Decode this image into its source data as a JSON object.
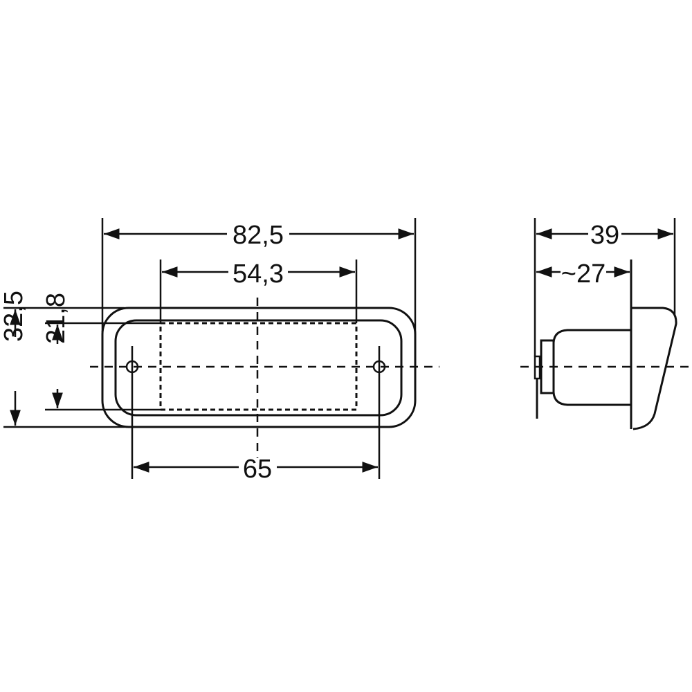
{
  "drawing": {
    "front_view": {
      "overall_width": "82,5",
      "lens_width": "54,3",
      "hole_spacing": "65",
      "overall_height": "32,5",
      "lens_height": "21,8"
    },
    "side_view": {
      "overall_depth": "39",
      "body_depth": "~27"
    },
    "line_color": "#111111"
  }
}
